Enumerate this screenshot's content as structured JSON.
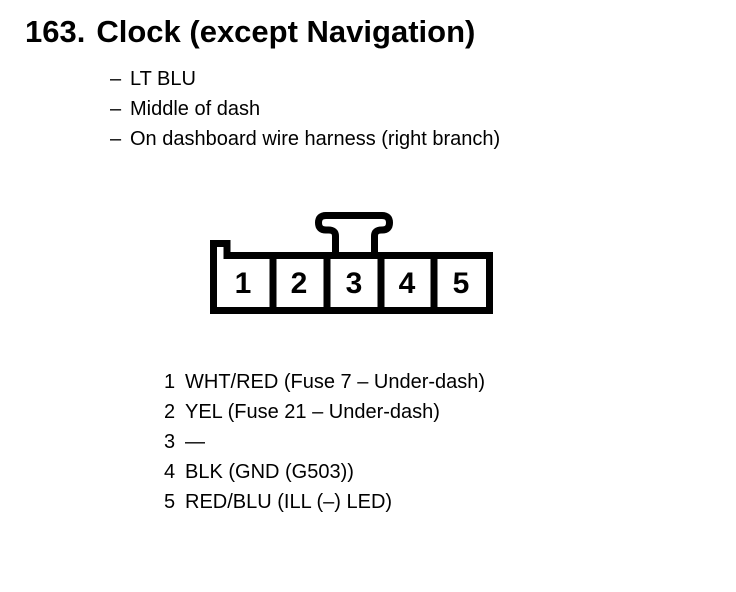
{
  "header": {
    "number": "163.",
    "title": "Clock (except Navigation)"
  },
  "details": {
    "bullet": "–",
    "items": [
      "LT BLU",
      "Middle of dash",
      "On dashboard wire harness (right branch)"
    ]
  },
  "connector": {
    "cavities": [
      "1",
      "2",
      "3",
      "4",
      "5"
    ]
  },
  "pinout": {
    "rows": [
      {
        "pin": "1",
        "wire": "WHT/RED (Fuse 7 – Under-dash)"
      },
      {
        "pin": "2",
        "wire": "YEL (Fuse 21 – Under-dash)"
      },
      {
        "pin": "3",
        "wire": "—"
      },
      {
        "pin": "4",
        "wire": "BLK (GND (G503))"
      },
      {
        "pin": "5",
        "wire": "RED/BLU (ILL (–) LED)"
      }
    ]
  },
  "colors": {
    "ink": "#000000",
    "paper": "#ffffff"
  }
}
